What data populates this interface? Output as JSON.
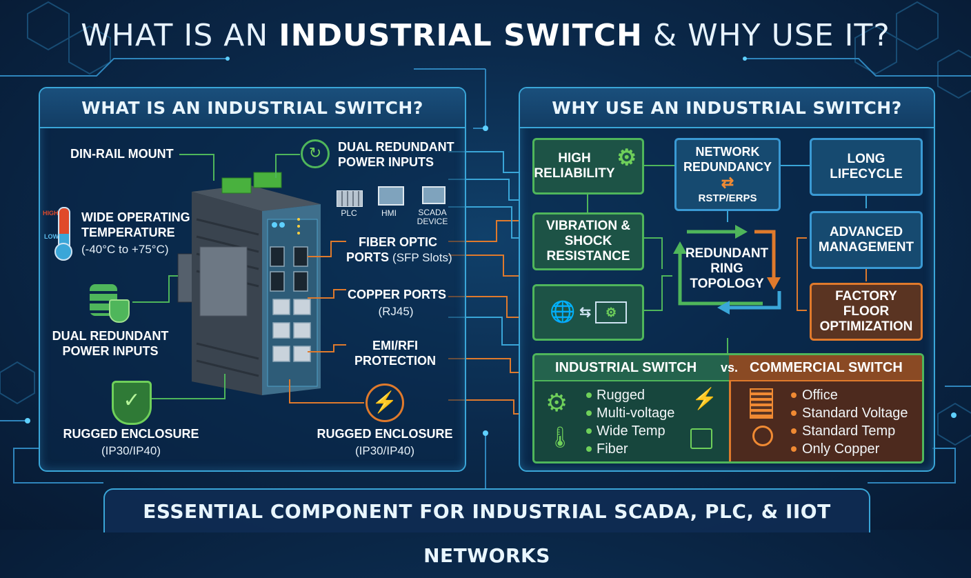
{
  "title": {
    "part1": "WHAT IS AN ",
    "bold": "INDUSTRIAL SWITCH",
    "part2": " & WHY USE IT?"
  },
  "left_panel": {
    "heading": "WHAT IS AN INDUSTRIAL SWITCH?",
    "din_rail": "DIN-RAIL MOUNT",
    "dual_power_top": "DUAL REDUNDANT\nPOWER INPUTS",
    "temp_high": "HIGH",
    "temp_low": "LOW",
    "temp_label": "WIDE OPERATING\nTEMPERATURE",
    "temp_range": "(-40°C to +75°C)",
    "devices": [
      "PLC",
      "HMI",
      "SCADA\nDEVICE"
    ],
    "fiber_label": "FIBER OPTIC",
    "fiber_sub_bold": "PORTS",
    "fiber_sub": "(SFP Slots)",
    "copper_label": "COPPER PORTS",
    "copper_sub": "(RJ45)",
    "emi_label": "EMI/RFI\nPROTECTION",
    "dual_power_left": "DUAL REDUNDANT\nPOWER INPUTS",
    "rugged_left": "RUGGED ENCLOSURE",
    "rugged_left_sub": "(IP30/IP40)",
    "rugged_right": "RUGGED ENCLOSURE",
    "rugged_right_sub": "(IP30/IP40)"
  },
  "right_panel": {
    "heading": "WHY USE AN INDUSTRIAL SWITCH?",
    "high_reliability": "HIGH\nRELIABILITY",
    "network_redundancy": "NETWORK\nREDUNDANCY",
    "rstp": "RSTP/ERPS",
    "long_lifecycle": "LONG\nLIFECYCLE",
    "vibration": "VIBRATION &\nSHOCK\nRESISTANCE",
    "ring": "REDUNDANT\nRING\nTOPOLOGY",
    "advanced_management": "ADVANCED\nMANAGEMENT",
    "factory_floor": "FACTORY FLOOR\nOPTIMIZATION",
    "comparison": {
      "left_title": "INDUSTRIAL SWITCH",
      "vs": "vs.",
      "right_title": "COMMERCIAL SWITCH",
      "left_items": [
        "Rugged",
        "Multi-voltage",
        "Wide Temp",
        "Fiber"
      ],
      "right_items": [
        "Office",
        "Standard Voltage",
        "Standard Temp",
        "Only Copper"
      ]
    }
  },
  "footer": "ESSENTIAL COMPONENT FOR INDUSTRIAL SCADA, PLC, & IIOT NETWORKS",
  "colors": {
    "accent_blue": "#3aa6d8",
    "accent_green": "#4fb65b",
    "accent_orange": "#e07a2c",
    "background": "#0b2a4c"
  }
}
